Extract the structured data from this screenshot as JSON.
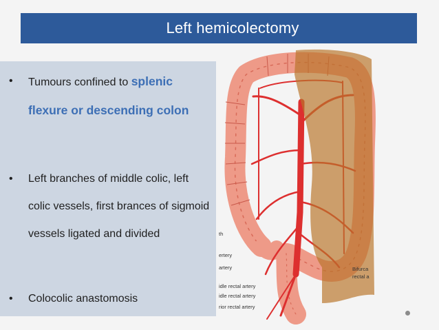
{
  "slide": {
    "title": "Left hemicolectomy",
    "bullets": [
      {
        "text": "Tumours confined to ",
        "highlight": "splenic flexure or descending colon"
      },
      {
        "text": "Left branches of middle colic, left colic vessels, first brances of sigmoid vessels ligated and divided"
      },
      {
        "text": "Colocolic anastomosis"
      }
    ],
    "bullet_symbol": "•",
    "colors": {
      "title_bar": "#2d5a9a",
      "title_text": "#ffffff",
      "highlight": "#3d6fb5",
      "panel": "#cdd6e2",
      "resection_overlay": "#b8742a",
      "colon": "#ee9a88",
      "vessels": "#dd2f2f"
    }
  },
  "figure": {
    "labels_left": [
      "th",
      "ertery",
      "artery",
      "idle rectal artery",
      "idle rectal artery",
      "rior rectal artery"
    ],
    "labels_right": [
      "Bifurca",
      "rectal a"
    ]
  }
}
